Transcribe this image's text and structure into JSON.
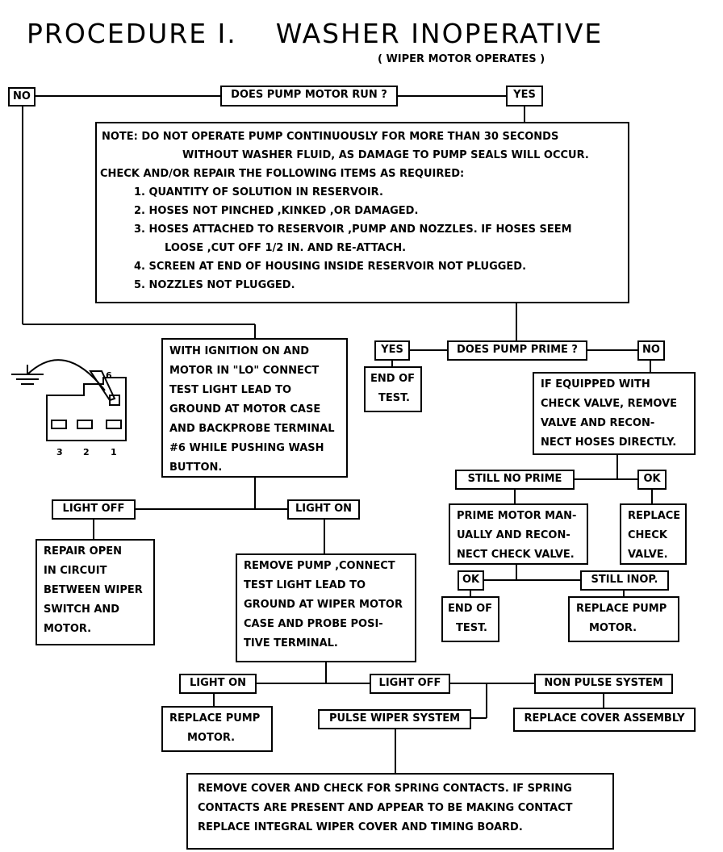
{
  "title": {
    "part1": "PROCEDURE I.",
    "part2": "WASHER INOPERATIVE",
    "subtitle": "( WIPER MOTOR OPERATES )"
  },
  "nodes": {
    "no_top": "NO",
    "q_pump_run": "DOES PUMP MOTOR RUN ?",
    "yes_top": "YES",
    "note": [
      "NOTE:    DO NOT OPERATE PUMP CONTINUOUSLY FOR MORE THAN 30 SECONDS",
      "WITHOUT WASHER FLUID, AS DAMAGE TO PUMP SEALS WILL OCCUR.",
      "CHECK AND/OR REPAIR THE FOLLOWING ITEMS AS REQUIRED:",
      "1. QUANTITY OF SOLUTION IN RESERVOIR.",
      "2. HOSES NOT PINCHED ,KINKED ,OR DAMAGED.",
      "3. HOSES  ATTACHED TO RESERVOIR ,PUMP AND NOZZLES. IF HOSES SEEM",
      "LOOSE ,CUT OFF 1/2 IN. AND RE-ATTACH.",
      "4. SCREEN AT END OF HOUSING INSIDE RESERVOIR NOT PLUGGED.",
      "5. NOZZLES NOT PLUGGED."
    ],
    "ignition": [
      "WITH IGNITION ON AND",
      "MOTOR IN \"LO\" CONNECT",
      "TEST LIGHT LEAD TO",
      "GROUND AT MOTOR CASE",
      "AND BACKPROBE TERMINAL",
      "#6 WHILE PUSHING WASH",
      "BUTTON."
    ],
    "yes_prime": "YES",
    "q_prime": "DOES PUMP PRIME ?",
    "no_prime": "NO",
    "end_test_1": [
      "END OF",
      "TEST."
    ],
    "check_valve": [
      "IF EQUIPPED WITH",
      "CHECK VALVE, REMOVE",
      "VALVE AND RECON-",
      "NECT HOSES DIRECTLY."
    ],
    "still_no_prime": "STILL NO PRIME",
    "ok_1": "OK",
    "prime_motor": [
      "PRIME MOTOR MAN-",
      "UALLY AND RECON-",
      "NECT CHECK VALVE."
    ],
    "replace_check": [
      "REPLACE",
      "CHECK",
      "VALVE."
    ],
    "ok_2": "OK",
    "still_inop": "STILL INOP.",
    "end_test_2": [
      "END OF",
      "TEST."
    ],
    "replace_pump_1": [
      "REPLACE PUMP",
      "MOTOR."
    ],
    "light_off_1": "LIGHT OFF",
    "light_on_1": "LIGHT ON",
    "repair_open": [
      "REPAIR OPEN",
      "IN CIRCUIT",
      "BETWEEN WIPER",
      "SWITCH AND",
      "MOTOR."
    ],
    "remove_pump": [
      "REMOVE PUMP ,CONNECT",
      "TEST LIGHT LEAD TO",
      "GROUND AT WIPER MOTOR",
      "CASE AND PROBE POSI-",
      "TIVE TERMINAL."
    ],
    "light_on_2": "LIGHT ON",
    "light_off_2": "LIGHT OFF",
    "non_pulse": "NON PULSE SYSTEM",
    "replace_pump_2": [
      "REPLACE PUMP",
      "MOTOR."
    ],
    "pulse_wiper": "PULSE WIPER SYSTEM",
    "replace_cover": "REPLACE COVER ASSEMBLY",
    "remove_cover": [
      "REMOVE COVER AND CHECK FOR SPRING CONTACTS. IF SPRING",
      "CONTACTS ARE PRESENT AND APPEAR TO BE MAKING CONTACT",
      "REPLACE INTEGRAL WIPER COVER AND TIMING BOARD."
    ]
  },
  "connector": {
    "terminal_top": "6",
    "terminals": [
      "3",
      "2",
      "1"
    ]
  }
}
